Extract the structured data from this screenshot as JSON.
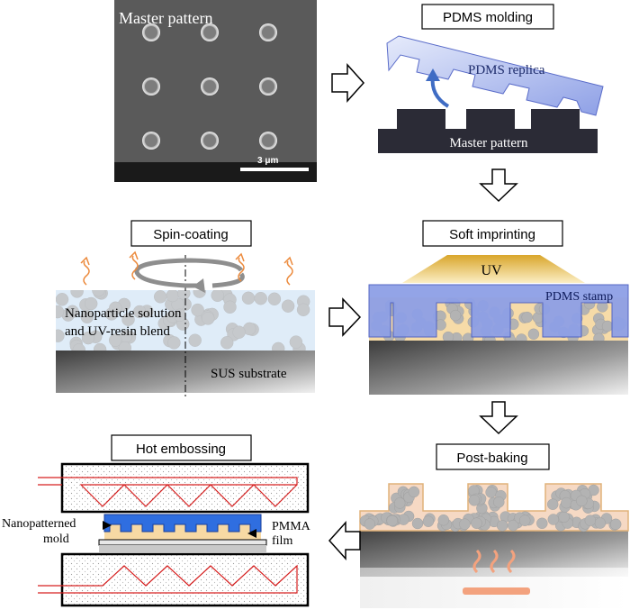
{
  "panels": {
    "master_sem": {
      "label": "Master pattern",
      "scale_bar": "3 μm"
    },
    "pdms_molding": {
      "title": "PDMS molding",
      "replica_label": "PDMS replica",
      "master_label": "Master pattern"
    },
    "spin_coating": {
      "title": "Spin-coating",
      "solution_label_line1": "Nanoparticle solution",
      "solution_label_line2": "and UV-resin blend",
      "substrate_label": "SUS substrate"
    },
    "soft_imprinting": {
      "title": "Soft imprinting",
      "uv_label": "UV",
      "stamp_label": "PDMS stamp"
    },
    "post_baking": {
      "title": "Post-baking"
    },
    "hot_embossing": {
      "title": "Hot embossing",
      "mold_label_line1": "Nanopatterned",
      "mold_label_line2": "mold",
      "film_label_line1": "PMMA",
      "film_label_line2": "film"
    }
  },
  "colors": {
    "pdms": "#8ea0e6",
    "resin": "#f6dba8",
    "particle": "#b3b3b3",
    "heat": "#f3a27e",
    "mold_blue": "#2f6ee0",
    "heater_wire": "#d62020",
    "uv_gold": "#d9a62b"
  }
}
